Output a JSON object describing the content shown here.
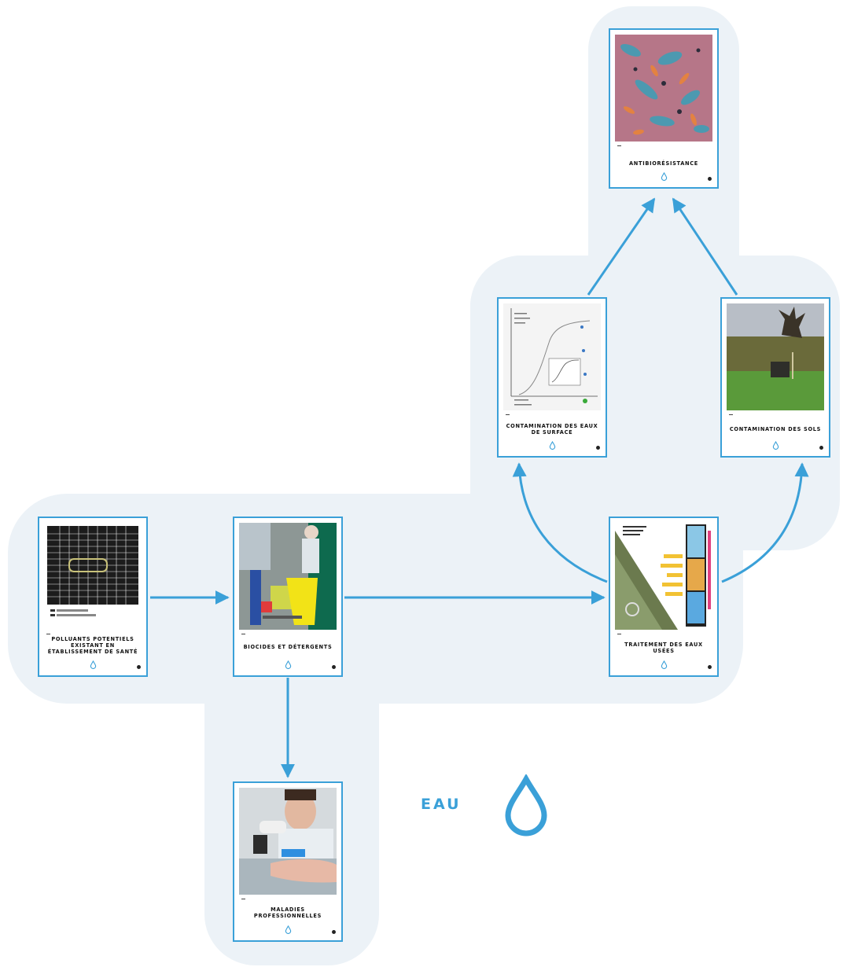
{
  "legend": {
    "label": "EAU",
    "icon": "water-drop-icon"
  },
  "colors": {
    "accent": "#3aa0d8",
    "background_blob": "#ecf2f7"
  },
  "cards": [
    {
      "id": "pollutants",
      "title": "POLLUANTS POTENTIELS EXISTANT EN ÉTABLISSEMENT DE SANTÉ",
      "image": "table-document",
      "icon": "water-drop-icon"
    },
    {
      "id": "biocides",
      "title": "BIOCIDES ET DÉTERGENTS",
      "image": "hospital-cleaning-cart-photo",
      "icon": "water-drop-icon"
    },
    {
      "id": "maladies",
      "title": "MALADIES PROFESSIONNELLES",
      "image": "spirometry-test-photo",
      "icon": "water-drop-icon"
    },
    {
      "id": "traitement",
      "title": "TRAITEMENT DES EAUX USÉES",
      "image": "wastewater-infographic",
      "icon": "water-drop-icon"
    },
    {
      "id": "eaux-surface",
      "title": "CONTAMINATION DES EAUX DE SURFACE",
      "image": "line-chart-figure",
      "icon": "water-drop-icon"
    },
    {
      "id": "sols",
      "title": "CONTAMINATION DES SOLS",
      "image": "field-with-tree-photo",
      "icon": "water-drop-icon"
    },
    {
      "id": "antibio",
      "title": "ANTIBIORÉSISTANCE",
      "image": "bacteria-micrograph",
      "icon": "water-drop-icon"
    }
  ]
}
